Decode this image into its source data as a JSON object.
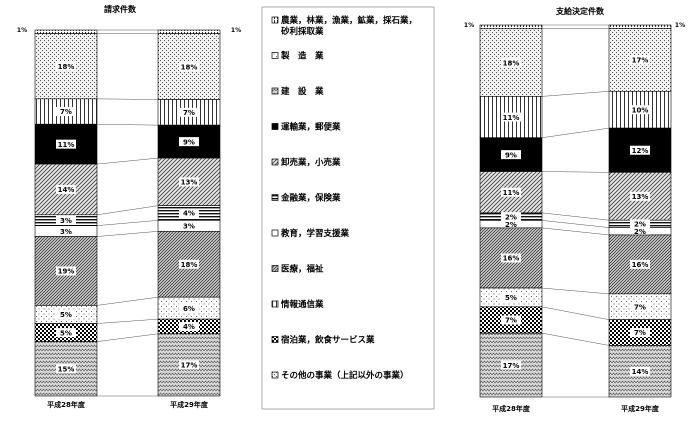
{
  "chart_data": [
    {
      "type": "bar",
      "subtype": "stacked-100-percent",
      "title": "請求件数",
      "categories": [
        "平成28年度",
        "平成29年度"
      ],
      "top_label": "1%",
      "series": [
        {
          "name": "農業，林業，漁業，鉱業，採石業，砂利採取業",
          "values": [
            1,
            1
          ],
          "labels": [
            "",
            ""
          ]
        },
        {
          "name": "その他の事業（上記以外の事業）",
          "values": [
            18,
            18
          ],
          "labels": [
            "18%",
            "18%"
          ]
        },
        {
          "name": "情報通信業",
          "values": [
            7,
            7
          ],
          "labels": [
            "7%",
            "7%"
          ]
        },
        {
          "name": "運輸業，郵便業",
          "values": [
            11,
            9
          ],
          "labels": [
            "11%",
            "9%"
          ]
        },
        {
          "name": "卸売業，小売業",
          "values": [
            14,
            13
          ],
          "labels": [
            "14%",
            "13%"
          ]
        },
        {
          "name": "金融業，保険業",
          "values": [
            3,
            4
          ],
          "labels": [
            "3%",
            "4%"
          ]
        },
        {
          "name": "教育，学習支援業",
          "values": [
            3,
            3
          ],
          "labels": [
            "3%",
            "3%"
          ]
        },
        {
          "name": "医療，福祉",
          "values": [
            19,
            18
          ],
          "labels": [
            "19%",
            "18%"
          ]
        },
        {
          "name": "製　造　業",
          "values": [
            5,
            6
          ],
          "labels": [
            "5%",
            "6%"
          ]
        },
        {
          "name": "宿泊業，飲食サービス業",
          "values": [
            5,
            4
          ],
          "labels": [
            "5%",
            "4%"
          ]
        },
        {
          "name": "建　設　業",
          "values": [
            15,
            17
          ],
          "labels": [
            "15%",
            "17%"
          ]
        }
      ]
    },
    {
      "type": "bar",
      "subtype": "stacked-100-percent",
      "title": "支給決定件数",
      "categories": [
        "平成28年度",
        "平成29年度"
      ],
      "top_label": "1%",
      "series": [
        {
          "name": "農業，林業，漁業，鉱業，採石業，砂利採取業",
          "values": [
            1,
            1
          ],
          "labels": [
            "",
            ""
          ]
        },
        {
          "name": "その他の事業（上記以外の事業）",
          "values": [
            18,
            17
          ],
          "labels": [
            "18%",
            "17%"
          ]
        },
        {
          "name": "情報通信業",
          "values": [
            11,
            10
          ],
          "labels": [
            "11%",
            "10%"
          ]
        },
        {
          "name": "運輸業，郵便業",
          "values": [
            9,
            12
          ],
          "labels": [
            "9%",
            "12%"
          ]
        },
        {
          "name": "卸売業，小売業",
          "values": [
            11,
            13
          ],
          "labels": [
            "11%",
            "13%"
          ]
        },
        {
          "name": "金融業，保険業",
          "values": [
            2,
            2
          ],
          "labels": [
            "2%",
            "2%"
          ]
        },
        {
          "name": "教育，学習支援業",
          "values": [
            2,
            2
          ],
          "labels": [
            "2%",
            "2%"
          ]
        },
        {
          "name": "医療，福祉",
          "values": [
            16,
            16
          ],
          "labels": [
            "16%",
            "16%"
          ]
        },
        {
          "name": "製　造　業",
          "values": [
            5,
            7
          ],
          "labels": [
            "5%",
            "7%"
          ]
        },
        {
          "name": "宿泊業，飲食サービス業",
          "values": [
            7,
            7
          ],
          "labels": [
            "7%",
            "7%"
          ]
        },
        {
          "name": "建　設　業",
          "values": [
            17,
            14
          ],
          "labels": [
            "17%",
            "14%"
          ]
        }
      ]
    }
  ],
  "legend": {
    "items": [
      {
        "label1": "農業，林業，漁業，鉱業，採石業，",
        "label2": "砂利採取業",
        "pattern": "agri"
      },
      {
        "label1": "製　造　業",
        "pattern": "mfg"
      },
      {
        "label1": "建　設　業",
        "pattern": "const"
      },
      {
        "label1": "運輸業，郵便業",
        "pattern": "trans"
      },
      {
        "label1": "卸売業，小売業",
        "pattern": "retail"
      },
      {
        "label1": "金融業，保険業",
        "pattern": "fin"
      },
      {
        "label1": "教育，学習支援業",
        "pattern": "edu"
      },
      {
        "label1": "医療，福祉",
        "pattern": "med"
      },
      {
        "label1": "情報通信業",
        "pattern": "info"
      },
      {
        "label1": "宿泊業，飲食サービス業",
        "pattern": "hotel"
      },
      {
        "label1": "その他の事業（上記以外の事業）",
        "pattern": "other"
      }
    ]
  }
}
